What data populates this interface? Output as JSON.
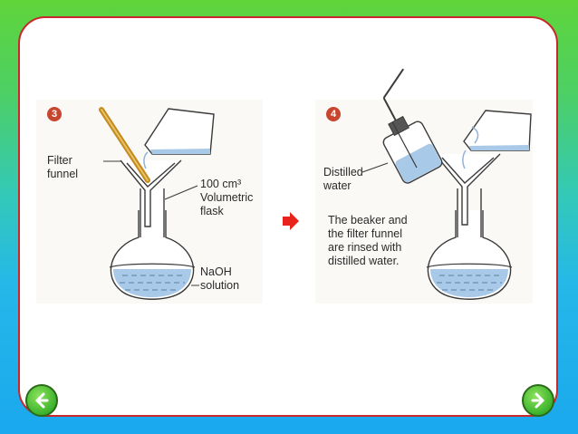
{
  "step_left": {
    "number": "3"
  },
  "step_right": {
    "number": "4"
  },
  "labels": {
    "filter_funnel_line1": "Filter",
    "filter_funnel_line2": "funnel",
    "flask_line1": "100 cm³",
    "flask_line2": "Volumetric",
    "flask_line3": "flask",
    "naoh_line1": "NaOH",
    "naoh_line2": "solution",
    "distilled_line1": "Distilled",
    "distilled_line2": "water",
    "rinse_line1": "The beaker and",
    "rinse_line2": "the filter funnel",
    "rinse_line3": "are rinsed with",
    "rinse_line4": "distilled water."
  },
  "icons": {
    "prev": "arrow-left-icon",
    "next": "arrow-right-icon",
    "between": "right-arrow-icon"
  },
  "colors": {
    "frame_border": "#c8282b",
    "liquid": "#a9c9e8",
    "badge": "#c8462f",
    "nav_green": "#3db22c"
  }
}
